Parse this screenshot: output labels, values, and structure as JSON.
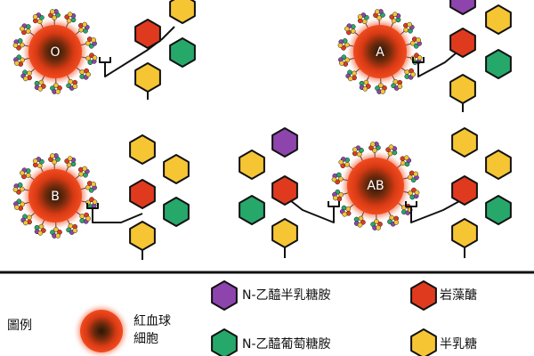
{
  "cells": [
    {
      "label": "O"
    },
    {
      "label": "A"
    },
    {
      "label": "B"
    },
    {
      "label": "AB"
    }
  ],
  "legend": {
    "title": "圖例",
    "rbc_label_line1": "紅血球",
    "rbc_label_line2": "細胞",
    "items": [
      {
        "label": "N-乙醯半乳糖胺",
        "color": "#8e44ad",
        "icon": "purple-hexagon"
      },
      {
        "label": "岩藻醣",
        "color": "#e03a1e",
        "icon": "red-hexagon"
      },
      {
        "label": "N-乙醯葡萄糖胺",
        "color": "#27a86b",
        "icon": "green-hexagon"
      },
      {
        "label": "半乳糖",
        "color": "#f6c533",
        "icon": "yellow-hexagon"
      }
    ]
  },
  "colors": {
    "purple": "#8e44ad",
    "red": "#e03a1e",
    "green": "#27a86b",
    "yellow": "#f6c533",
    "cell_outer": "#f04a1e",
    "cell_inner": "#2a1606",
    "stroke": "#111111"
  }
}
